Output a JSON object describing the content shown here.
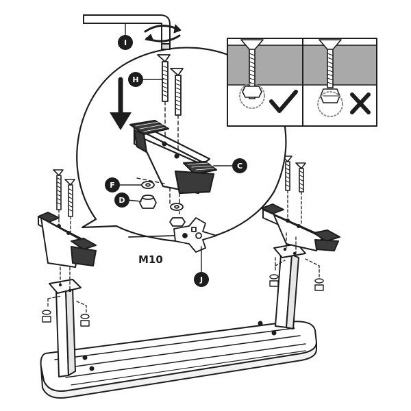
{
  "callouts": {
    "hex_key": "I",
    "bolt": "H",
    "leg_bracket": "C",
    "washer": "F",
    "nut": "D",
    "wrench": "J"
  },
  "wrench_size": "M10",
  "inset": {
    "correct_mark": "check-icon",
    "incorrect_mark": "cross-icon"
  },
  "colors": {
    "line": "#1d1d1d",
    "callout_fill": "#1d1d1d",
    "inset_gray": "#a9a9a9",
    "part_dark": "#3a3a3a"
  }
}
